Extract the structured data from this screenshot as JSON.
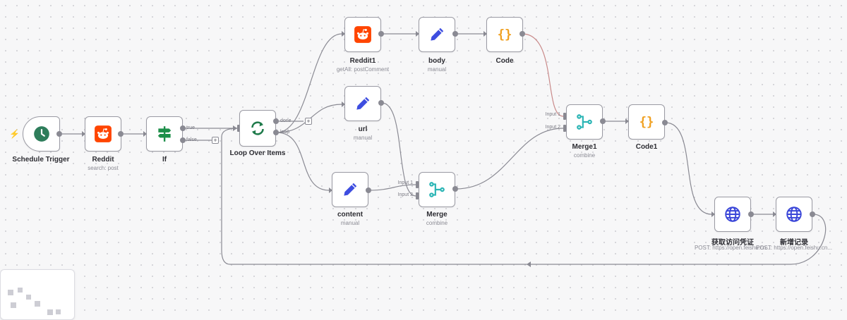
{
  "colors": {
    "edge": "#8a8a93",
    "highlight_edge": "#c98a8a",
    "reddit": "#ff4500",
    "pen": "#3d4de0",
    "code": "#f0a020",
    "merge": "#2bb5b5",
    "if": "#1e8f4a",
    "loop": "#1e7a4a",
    "http": "#3a46d8",
    "schedule": "#2e7d5b",
    "bolt": "#ff6d5a"
  },
  "nodes": {
    "schedule_trigger": {
      "title": "Schedule Trigger",
      "subtitle": "",
      "icon": "clock-icon"
    },
    "reddit": {
      "title": "Reddit",
      "subtitle": "search: post",
      "icon": "reddit-icon"
    },
    "if": {
      "title": "If",
      "subtitle": "",
      "icon": "signpost-icon",
      "out_true": "true",
      "out_false": "false"
    },
    "loop": {
      "title": "Loop Over Items",
      "subtitle": "",
      "icon": "loop-icon",
      "out_done": "done",
      "out_loop": "loop"
    },
    "reddit1": {
      "title": "Reddit1",
      "subtitle": "getAll: postComment",
      "icon": "reddit-icon"
    },
    "body": {
      "title": "body",
      "subtitle": "manual",
      "icon": "pen-icon"
    },
    "code": {
      "title": "Code",
      "subtitle": "",
      "icon": "code-icon"
    },
    "url": {
      "title": "url",
      "subtitle": "manual",
      "icon": "pen-icon"
    },
    "content": {
      "title": "content",
      "subtitle": "manual",
      "icon": "pen-icon"
    },
    "merge": {
      "title": "Merge",
      "subtitle": "combine",
      "icon": "merge-icon",
      "in1": "Input 1",
      "in2": "Input 2"
    },
    "merge1": {
      "title": "Merge1",
      "subtitle": "combine",
      "icon": "merge-icon",
      "in1": "Input 1",
      "in2": "Input 2"
    },
    "code1": {
      "title": "Code1",
      "subtitle": "",
      "icon": "code-icon"
    },
    "token": {
      "title": "获取访问凭证",
      "subtitle": "POST: https://open.feishu.cn...",
      "icon": "globe-icon"
    },
    "record": {
      "title": "新增记录",
      "subtitle": "POST: https://open.feishu.cn...",
      "icon": "globe-icon"
    }
  },
  "add_buttons": {
    "if_false": "+",
    "loop_done": "+"
  }
}
